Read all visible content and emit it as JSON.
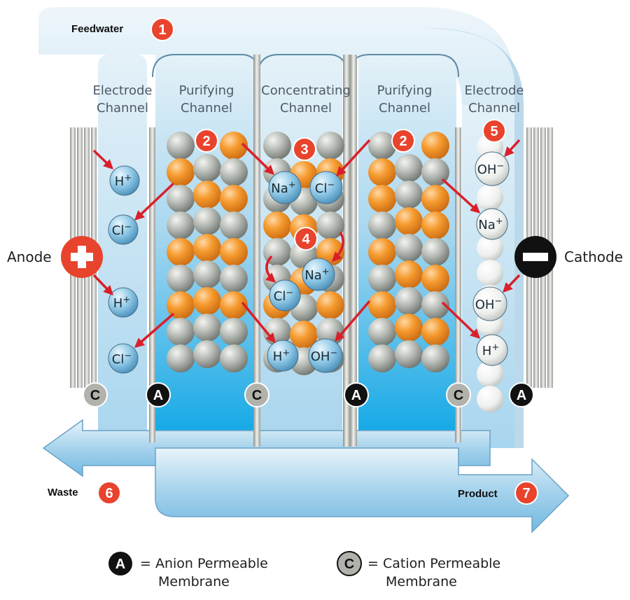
{
  "labels": {
    "feedwater": "Feedwater",
    "waste": "Waste",
    "product": "Product",
    "anode": "Anode",
    "cathode": "Cathode"
  },
  "channels": [
    {
      "line1": "Electrode",
      "line2": "Channel"
    },
    {
      "line1": "Purifying",
      "line2": "Channel"
    },
    {
      "line1": "Concentrating",
      "line2": "Channel"
    },
    {
      "line1": "Purifying",
      "line2": "Channel"
    },
    {
      "line1": "Electrode",
      "line2": "Channel"
    }
  ],
  "steps": [
    "1",
    "2",
    "2",
    "3",
    "4",
    "5",
    "6",
    "7"
  ],
  "membranes": [
    "C",
    "A",
    "C",
    "A",
    "C",
    "A"
  ],
  "ions": {
    "h_plus": "H",
    "cl_minus": "Cl",
    "na_plus": "Na",
    "oh_minus": "OH",
    "plus": "+",
    "minus": "−"
  },
  "legend": {
    "anion_symbol": "A",
    "anion_eq": "= Anion Permeable",
    "anion_line2": "Membrane",
    "cation_symbol": "C",
    "cation_eq": "= Cation Permeable",
    "cation_line2": "Membrane"
  },
  "colors": {
    "water_light": "#d7ebf6",
    "water_mid": "#9dcfea",
    "water_dark": "#0aa6e6",
    "bead_orange": "#f59a2e",
    "bead_gray": "#a9aea8",
    "step_red": "#e8432d",
    "arrow_red": "#d9202a",
    "anion_badge": "#111111",
    "cation_badge": "#b2b2ac"
  }
}
